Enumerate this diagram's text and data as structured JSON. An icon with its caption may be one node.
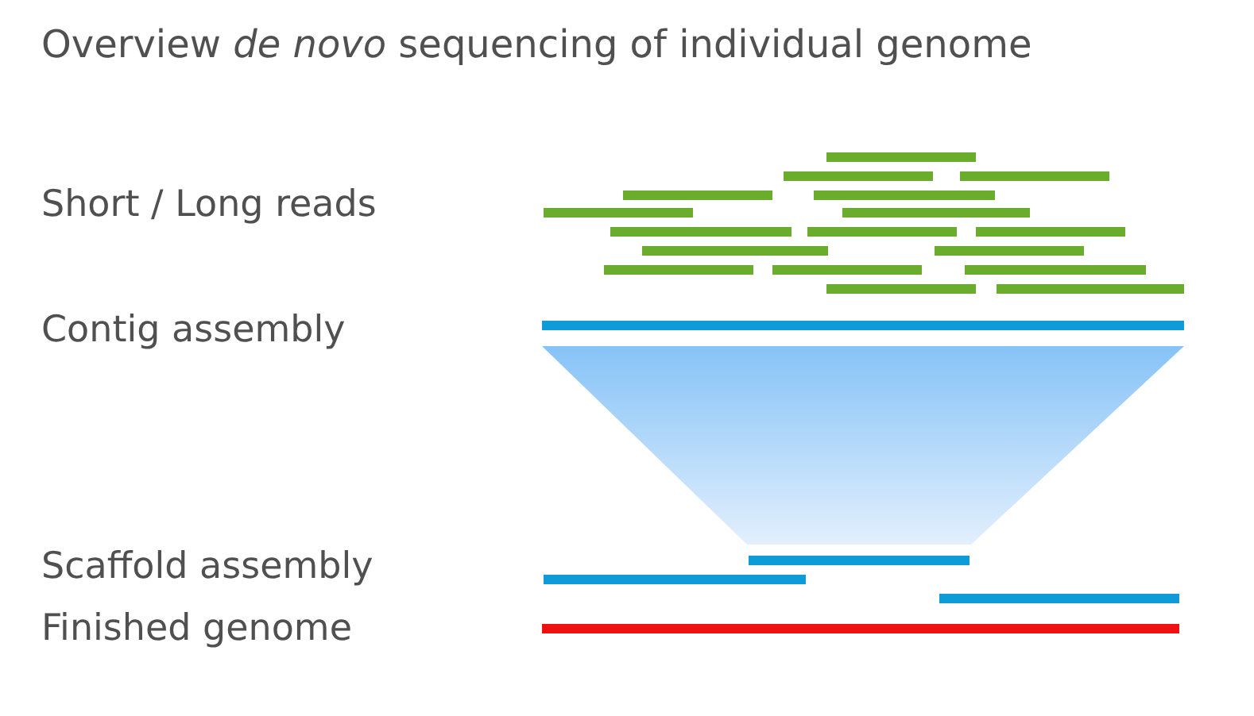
{
  "diagram": {
    "title": "Overview *de novo* sequencing of individual genome",
    "labels": [
      "Short / Long reads",
      "Contig assembly",
      "Scaffold assembly",
      "Finished genome"
    ]
  }
}
